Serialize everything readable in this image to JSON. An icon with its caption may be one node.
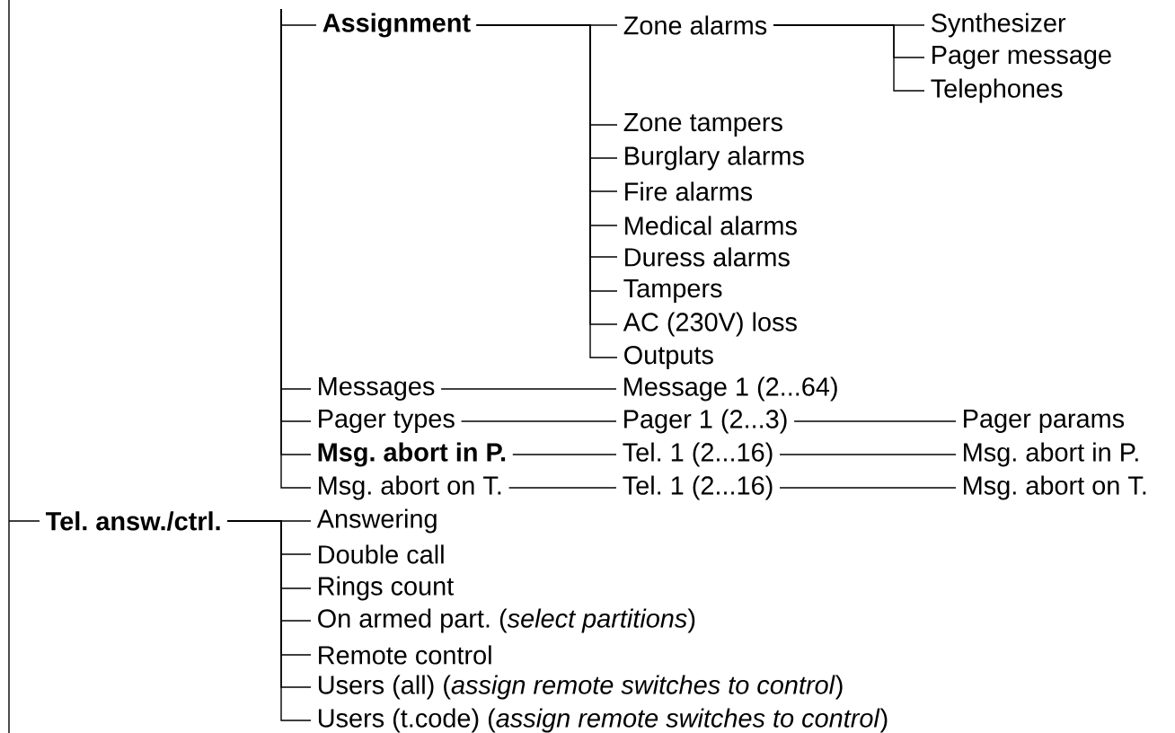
{
  "diagram": {
    "nodes": [
      {
        "text": [
          "Assignment"
        ]
      },
      {
        "text": [
          "Zone alarms"
        ]
      },
      {
        "text": [
          "Synthesizer"
        ]
      },
      {
        "text": [
          "Pager message"
        ]
      },
      {
        "text": [
          "Telephones"
        ]
      },
      {
        "text": [
          "Zone tampers"
        ]
      },
      {
        "text": [
          "Burglary alarms"
        ]
      },
      {
        "text": [
          "Fire alarms"
        ]
      },
      {
        "text": [
          "Medical alarms"
        ]
      },
      {
        "text": [
          "Duress alarms"
        ]
      },
      {
        "text": [
          "Tampers"
        ]
      },
      {
        "text": [
          "AC (230V) loss"
        ]
      },
      {
        "text": [
          "Outputs"
        ]
      },
      {
        "text": [
          "Messages"
        ]
      },
      {
        "text": [
          "Message 1 (2...64)"
        ]
      },
      {
        "text": [
          "Pager types"
        ]
      },
      {
        "text": [
          "Pager 1 (2...3)"
        ]
      },
      {
        "text": [
          "Pager params"
        ]
      },
      {
        "text": [
          "Msg. abort in P."
        ]
      },
      {
        "text": [
          "Tel. 1 (2...16)"
        ]
      },
      {
        "text": [
          "Msg. abort in P."
        ]
      },
      {
        "text": [
          "Msg. abort on T."
        ]
      },
      {
        "text": [
          "Tel. 1 (2...16)"
        ]
      },
      {
        "text": [
          "Msg. abort on T."
        ]
      },
      {
        "text": [
          "Tel. answ./ctrl."
        ]
      },
      {
        "text": [
          "Answering"
        ]
      },
      {
        "text": [
          "Double call"
        ]
      },
      {
        "text": [
          "Rings count"
        ]
      },
      {
        "text": [
          "On armed part. (*select partitions*)"
        ]
      },
      {
        "text": [
          "Remote control"
        ]
      },
      {
        "text": [
          "Users (all) (*assign remote switches to control*)"
        ]
      },
      {
        "text": [
          "Users (t.code) (*assign remote switches to control*)"
        ]
      }
    ],
    "edges": [
      {
        "from": null,
        "to": 0,
        "arrow": "none"
      },
      {
        "from": 0,
        "to": 1,
        "arrow": "none"
      },
      {
        "from": 1,
        "to": 2,
        "arrow": "none"
      },
      {
        "from": 1,
        "to": 3,
        "arrow": "none"
      },
      {
        "from": 1,
        "to": 4,
        "arrow": "none"
      },
      {
        "from": 0,
        "to": 5,
        "arrow": "none"
      },
      {
        "from": 0,
        "to": 6,
        "arrow": "none"
      },
      {
        "from": 0,
        "to": 7,
        "arrow": "none"
      },
      {
        "from": 0,
        "to": 8,
        "arrow": "none"
      },
      {
        "from": 0,
        "to": 9,
        "arrow": "none"
      },
      {
        "from": 0,
        "to": 10,
        "arrow": "none"
      },
      {
        "from": 0,
        "to": 11,
        "arrow": "none"
      },
      {
        "from": 0,
        "to": 12,
        "arrow": "none"
      },
      {
        "from": null,
        "to": 13,
        "arrow": "none"
      },
      {
        "from": 13,
        "to": 14,
        "arrow": "none"
      },
      {
        "from": null,
        "to": 15,
        "arrow": "none"
      },
      {
        "from": 15,
        "to": 16,
        "arrow": "none"
      },
      {
        "from": 16,
        "to": 17,
        "arrow": "none"
      },
      {
        "from": null,
        "to": 18,
        "arrow": "none"
      },
      {
        "from": 18,
        "to": 19,
        "arrow": "none"
      },
      {
        "from": 19,
        "to": 20,
        "arrow": "none"
      },
      {
        "from": null,
        "to": 21,
        "arrow": "none"
      },
      {
        "from": 21,
        "to": 22,
        "arrow": "none"
      },
      {
        "from": 22,
        "to": 23,
        "arrow": "none"
      },
      {
        "from": null,
        "to": 24,
        "arrow": "none"
      },
      {
        "from": 24,
        "to": 25,
        "arrow": "none"
      },
      {
        "from": 24,
        "to": 26,
        "arrow": "none"
      },
      {
        "from": 24,
        "to": 27,
        "arrow": "none"
      },
      {
        "from": 24,
        "to": 28,
        "arrow": "none"
      },
      {
        "from": 24,
        "to": 29,
        "arrow": "none"
      },
      {
        "from": 24,
        "to": 30,
        "arrow": "none"
      },
      {
        "from": 24,
        "to": 31,
        "arrow": "none"
      }
    ]
  }
}
